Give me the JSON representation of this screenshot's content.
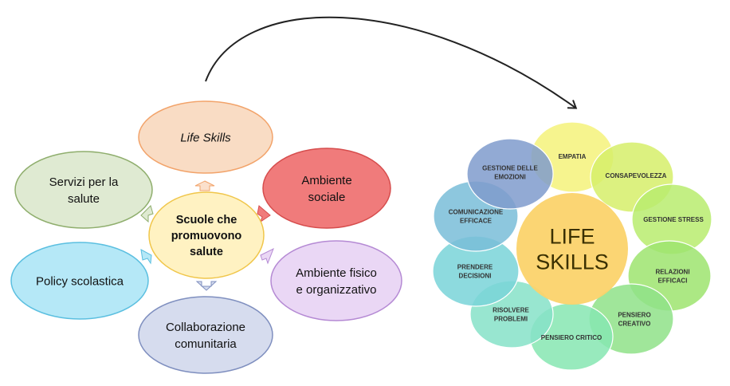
{
  "left_diagram": {
    "center": {
      "lines": [
        "Scuole che",
        "promuovono",
        "salute"
      ]
    },
    "nodes": [
      {
        "key": "life-skills",
        "lines": [
          "Life Skills"
        ],
        "italic": true,
        "fill": "#f9dcc4",
        "stroke": "#f2a36a"
      },
      {
        "key": "ambiente-sociale",
        "lines": [
          "Ambiente",
          "sociale"
        ],
        "fill": "#f07b7b",
        "stroke": "#d64d4d"
      },
      {
        "key": "ambiente-fisico",
        "lines": [
          "Ambiente fisico",
          "e organizzativo"
        ],
        "fill": "#ead7f5",
        "stroke": "#b58ad4"
      },
      {
        "key": "collaborazione",
        "lines": [
          "Collaborazione",
          "comunitaria"
        ],
        "fill": "#d6dcee",
        "stroke": "#7f8fbf"
      },
      {
        "key": "policy",
        "lines": [
          "Policy scolastica"
        ],
        "fill": "#b5e8f7",
        "stroke": "#5bbfe0"
      },
      {
        "key": "servizi",
        "lines": [
          "Servizi per la",
          "salute"
        ],
        "fill": "#dfead2",
        "stroke": "#8fae6d"
      }
    ],
    "center_fill": "#fff2c2",
    "center_stroke": "#f0c64a"
  },
  "life_skills_wheel": {
    "center": {
      "lines": [
        "LIFE",
        "SKILLS"
      ],
      "fill": "#fbd36b"
    },
    "skills": [
      {
        "key": "empatia",
        "lines": [
          "EMPATIA"
        ],
        "fill": "#f4f27a"
      },
      {
        "key": "consapevolezza",
        "lines": [
          "CONSAPEVOLEZZA"
        ],
        "fill": "#d6ee6a"
      },
      {
        "key": "gestione-stress",
        "lines": [
          "GESTIONE STRESS"
        ],
        "fill": "#b8ec6e"
      },
      {
        "key": "relazioni",
        "lines": [
          "RELAZIONI",
          "EFFICACI"
        ],
        "fill": "#9ee46f"
      },
      {
        "key": "pensiero-creativo",
        "lines": [
          "PENSIERO",
          "CREATIVO"
        ],
        "fill": "#8fe288"
      },
      {
        "key": "pensiero-critico",
        "lines": [
          "PENSIERO CRITICO"
        ],
        "fill": "#86e6b2"
      },
      {
        "key": "risolvere",
        "lines": [
          "RISOLVERE",
          "PROBLEMI"
        ],
        "fill": "#86e2c8"
      },
      {
        "key": "prendere",
        "lines": [
          "PRENDERE",
          "DECISIONI"
        ],
        "fill": "#79d3d8"
      },
      {
        "key": "comunicazione",
        "lines": [
          "COMUNICAZIONE",
          "EFFICACE"
        ],
        "fill": "#79bdd8"
      },
      {
        "key": "gestione-emozioni",
        "lines": [
          "GESTIONE DELLE",
          "EMOZIONI"
        ],
        "fill": "#7f9bcc"
      }
    ]
  }
}
